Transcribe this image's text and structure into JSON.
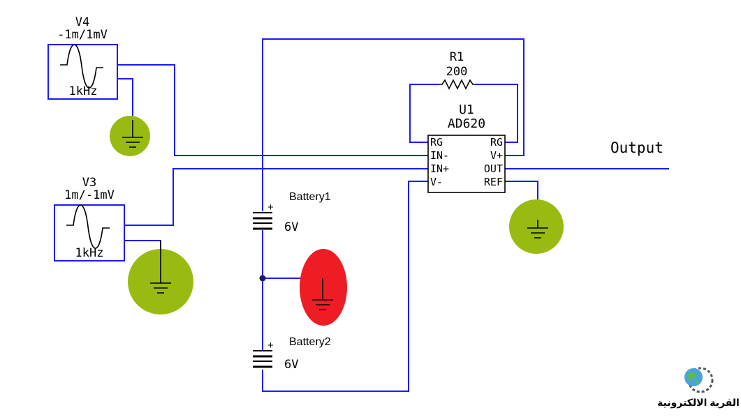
{
  "components": {
    "v4": {
      "name": "V4",
      "value": "-1m/1mV",
      "freq": "1kHz"
    },
    "v3": {
      "name": "V3",
      "value": "1m/-1mV",
      "freq": "1kHz"
    },
    "r1": {
      "name": "R1",
      "value": "200"
    },
    "u1": {
      "name": "U1",
      "part": "AD620",
      "pins_left": [
        "RG",
        "IN-",
        "IN+",
        "V-"
      ],
      "pins_right": [
        "RG",
        "V+",
        "OUT",
        "REF"
      ]
    },
    "battery1": {
      "name": "Battery1",
      "value": "6V",
      "plus": "+"
    },
    "battery2": {
      "name": "Battery2",
      "value": "6V",
      "plus": "+"
    }
  },
  "output_label": "Output",
  "logo": {
    "text": "القرية الالكترونية",
    "icon": "globe-gear-icon"
  },
  "colors": {
    "wire": "#1a1aff",
    "ground_green": "#99bb11",
    "ground_red": "#ee1c24"
  }
}
